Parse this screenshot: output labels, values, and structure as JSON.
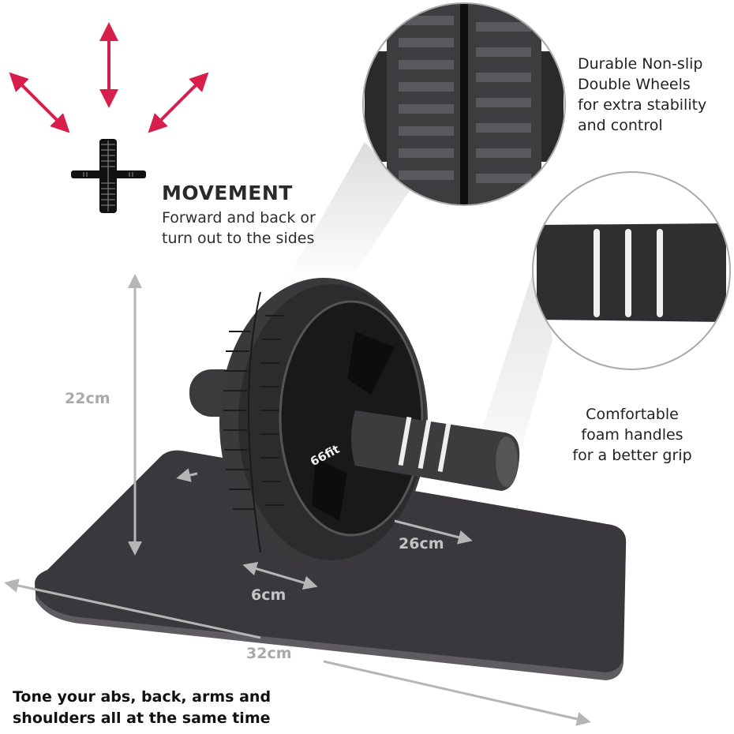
{
  "movement": {
    "title": "MOVEMENT",
    "description_line1": "Forward and back or",
    "description_line2": "turn out to the sides",
    "icon": "ab-wheel-top-view-icon",
    "arrow_icons": [
      "diagonal-left-arrow-icon",
      "vertical-arrow-icon",
      "diagonal-right-arrow-icon"
    ]
  },
  "features": {
    "wheels": {
      "line1": "Durable Non-slip",
      "line2": "Double Wheels",
      "line3": "for extra stability",
      "line4": "and control"
    },
    "handles": {
      "line1": "Comfortable",
      "line2": "foam handles",
      "line3": "for a better grip"
    }
  },
  "dimensions": {
    "wheel_height": "22cm",
    "handle_length": "26cm",
    "wheel_width": "6cm",
    "mat_length": "32cm"
  },
  "product": {
    "brand_logo_text": "66fit"
  },
  "tagline": {
    "line1": "Tone your abs, back, arms and",
    "line2": "shoulders all at the same time"
  },
  "colors": {
    "arrow_red": "#d81f4c",
    "dimension_gray": "#b5b5b5",
    "mat": "#3a383d",
    "wheel": "#2b2b2d"
  }
}
